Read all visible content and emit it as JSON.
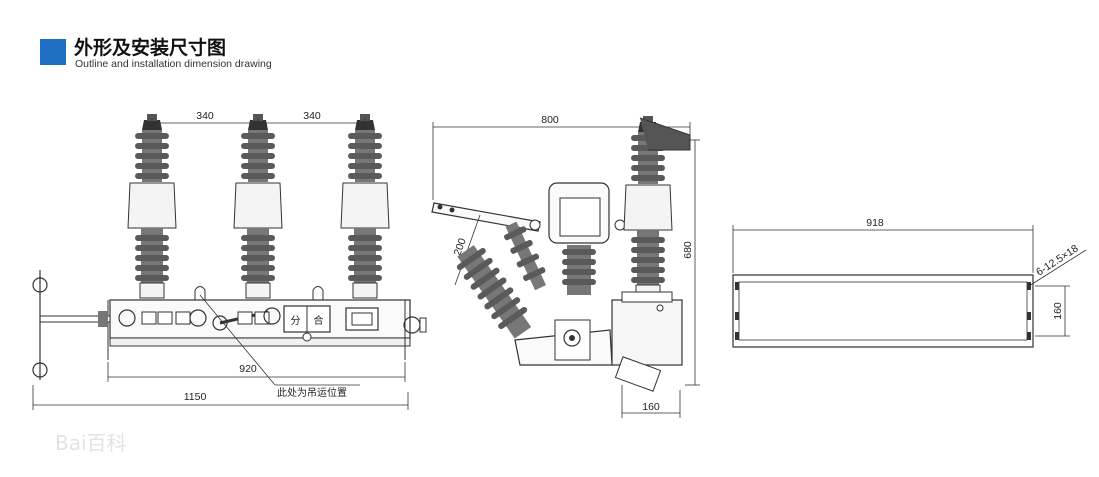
{
  "header": {
    "title": "外形及安装尺寸图",
    "subtitle": "Outline and installation dimension drawing",
    "accent_color": "#1f6fc5"
  },
  "front_view": {
    "dim_pitch_left": "340",
    "dim_pitch_right": "340",
    "dim_mount": "920",
    "dim_overall": "1150",
    "lifting_note": "此处为吊运位置",
    "label_open": "分",
    "label_close": "合"
  },
  "side_view": {
    "dim_width": "800",
    "dim_arm": "200",
    "dim_height": "680",
    "dim_base": "160"
  },
  "box_view": {
    "dim_length": "918",
    "dim_holes": "6-12.5×18",
    "dim_height": "160"
  },
  "watermark": {
    "text": "Bai百科"
  }
}
